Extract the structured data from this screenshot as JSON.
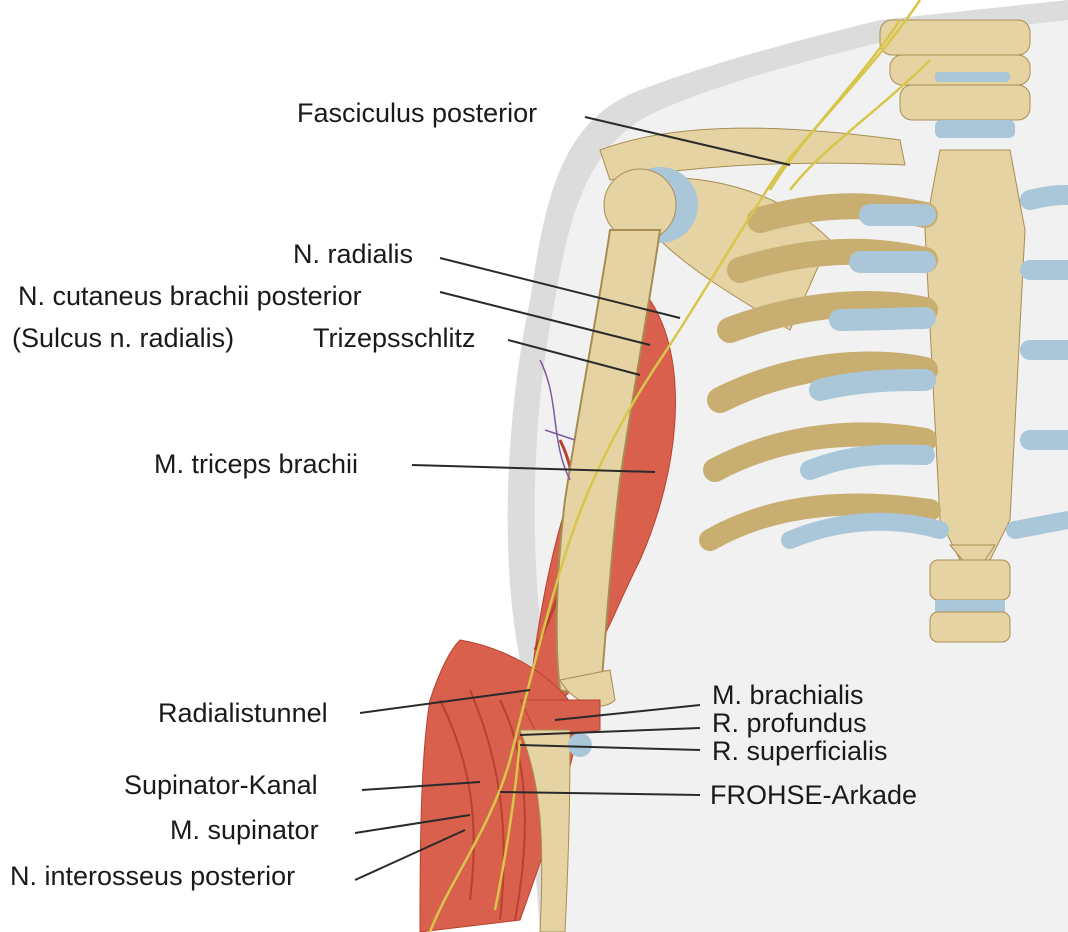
{
  "labels": {
    "fasciculus_posterior": "Fasciculus posterior",
    "n_radialis": "N. radialis",
    "n_cutaneus": "N. cutaneus brachii posterior",
    "sulcus": "(Sulcus n. radialis)",
    "trizepsschlitz": "Trizepsschlitz",
    "triceps": "M. triceps brachii",
    "radialistunnel": "Radialistunnel",
    "supinator_kanal": "Supinator-Kanal",
    "m_supinator": "M. supinator",
    "n_interosseus": "N. interosseus posterior",
    "m_brachialis": "M. brachialis",
    "r_profundus": "R. profundus",
    "r_superficialis": "R. superficialis",
    "frohse": "FROHSE-Arkade"
  },
  "colors": {
    "bone": "#e6d3a3",
    "bone_shade": "#c9ae72",
    "cartilage": "#a9c7d8",
    "muscle": "#d9604c",
    "muscle_dark": "#b8412f",
    "nerve": "#d8c64a",
    "skin_silhouette": "#dcdcdc",
    "leader_line": "#2a2a2a"
  }
}
